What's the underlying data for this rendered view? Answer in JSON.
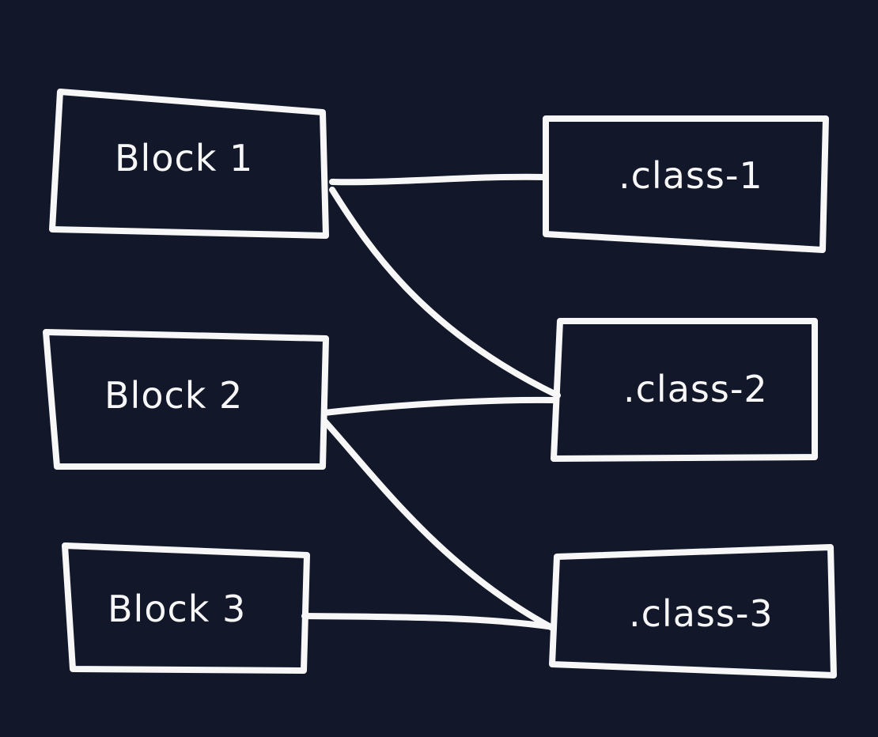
{
  "colors": {
    "background": "#12172a",
    "stroke": "#f7f7f7"
  },
  "blocks": [
    {
      "label": "Block 1"
    },
    {
      "label": "Block 2"
    },
    {
      "label": "Block 3"
    }
  ],
  "classes": [
    {
      "label": ".class-1"
    },
    {
      "label": ".class-2"
    },
    {
      "label": ".class-3"
    }
  ],
  "connections": [
    {
      "from": "Block 1",
      "to": ".class-1"
    },
    {
      "from": "Block 1",
      "to": ".class-2"
    },
    {
      "from": "Block 2",
      "to": ".class-2"
    },
    {
      "from": "Block 2",
      "to": ".class-3"
    },
    {
      "from": "Block 3",
      "to": ".class-3"
    }
  ]
}
